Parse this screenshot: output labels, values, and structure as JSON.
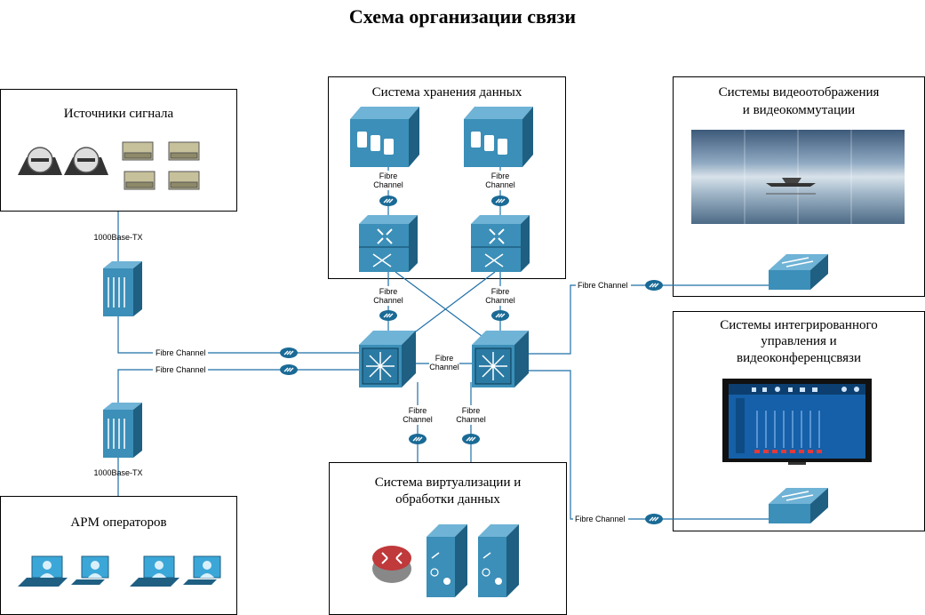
{
  "title": "Схема организации связи",
  "boxes": {
    "signal_sources": {
      "title": "Источники сигнала"
    },
    "storage": {
      "title": "Система хранения данных"
    },
    "video_display": {
      "title_line1": "Системы видеоотображения",
      "title_line2": "и видеокоммутации"
    },
    "integrated_control": {
      "title_line1": "Системы интегрированного",
      "title_line2": "управления и",
      "title_line3": "видеоконференцсвязи"
    },
    "virtualization": {
      "title_line1": "Система виртуализации и",
      "title_line2": "обработки данных"
    },
    "operators": {
      "title": "АРМ операторов"
    }
  },
  "links": {
    "base_tx": "1000Base-TX",
    "fc": "Fibre Channel",
    "fc_line1": "Fibre",
    "fc_line2": "Channel"
  },
  "colors": {
    "link_line": "#1e6fa8",
    "device_blue": "#3b8fb8",
    "device_dark": "#1e5f82",
    "fc_badge": "#1a6a96"
  },
  "icons": [
    "drive-icon",
    "printer-icon",
    "storage-array-icon",
    "router-icon",
    "fc-switch-icon",
    "ethernet-switch-icon",
    "workgroup-switch-icon",
    "server-icon",
    "laptop-icon",
    "workstation-icon",
    "video-wall-icon",
    "touch-panel-icon",
    "firewall-router-icon"
  ]
}
